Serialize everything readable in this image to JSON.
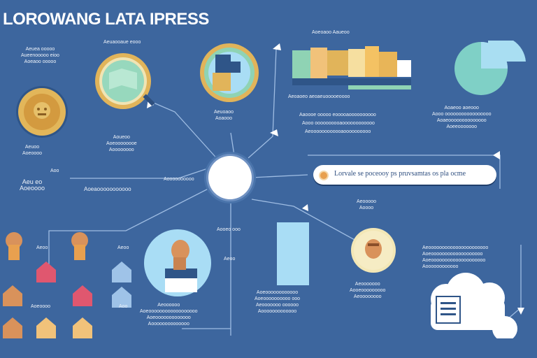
{
  "title": "LOROWANG LATA IPRESS",
  "center_card": {
    "text": "Lorvale se poceooy ps pruvsamtas os pla ocme"
  },
  "labels": {
    "top_left": [
      "Aeuea ooooo",
      "Aueenooooo eioo",
      "Aoeaoo ooooo"
    ],
    "top_mid": "Aeuaooaue eooo",
    "chart_title": "Aoeoaoo Aaueoo",
    "chart_caption": "Aeoaoeo aeoaeuooooeoooo",
    "mid_chart_1": "Aaoooe ooooo eooooaoooooooooo",
    "mid_chart_2": "Aooo oooooooooaoooooooooooo",
    "mid_chart_3": "Aeoooooooooooaoooooooooo",
    "top_right": [
      "Aoaeoo aoeooo",
      "Aooo ooooooooooooooooo",
      "Aoaeoooooooooooooo",
      "Aoeeooooooo"
    ],
    "bulb_caption": [
      "Aeuoaoo",
      "Aoaooo"
    ],
    "left_mid": [
      "Aoueoo",
      "Aoeoooooooe",
      "Aoooooooo"
    ],
    "small_left": [
      "Aeuoo",
      "Aoeoooo"
    ],
    "left_label": [
      "Aeu eo",
      "Aoeoooo"
    ],
    "mid_left": "Aoeaooooooooooo",
    "mid_center": "Aoooooooooo",
    "under_pill": [
      "Aeooooo",
      "Aoooo"
    ],
    "person_caption": "Aooeo ooo",
    "person_side": "Aeoo",
    "bottom_center": [
      "Aoeoooooooooooo",
      "Aoeoooooooooo ooo",
      "Aeooooooo oooooo",
      "Aooooooooooooo"
    ],
    "bottom_left": [
      "Aeoooooo",
      "Aoeoooooooooooooooooo",
      "Aoeooooooooooooo",
      "Aoooooooooooooo"
    ],
    "face2_caption": [
      "Aeooooooo",
      "Aooeooooooooo",
      "Aeoooooooo"
    ],
    "right_list": [
      "Aeoooooooooooooooooooooo",
      "Aoeooooooooooooooooooo",
      "Aoeoooooooooooooooooooo",
      "Aoooooooooooo"
    ],
    "icons_label_1": "Aeoo",
    "icons_label_2": "Aoo"
  },
  "colors": {
    "background": "#3d669e",
    "gold": "#e1b45a",
    "mint": "#8fd3b4",
    "pie_teal": "#7fd0c6",
    "pie_light": "#a9def2",
    "bar_blue": "#a9ddf5"
  }
}
